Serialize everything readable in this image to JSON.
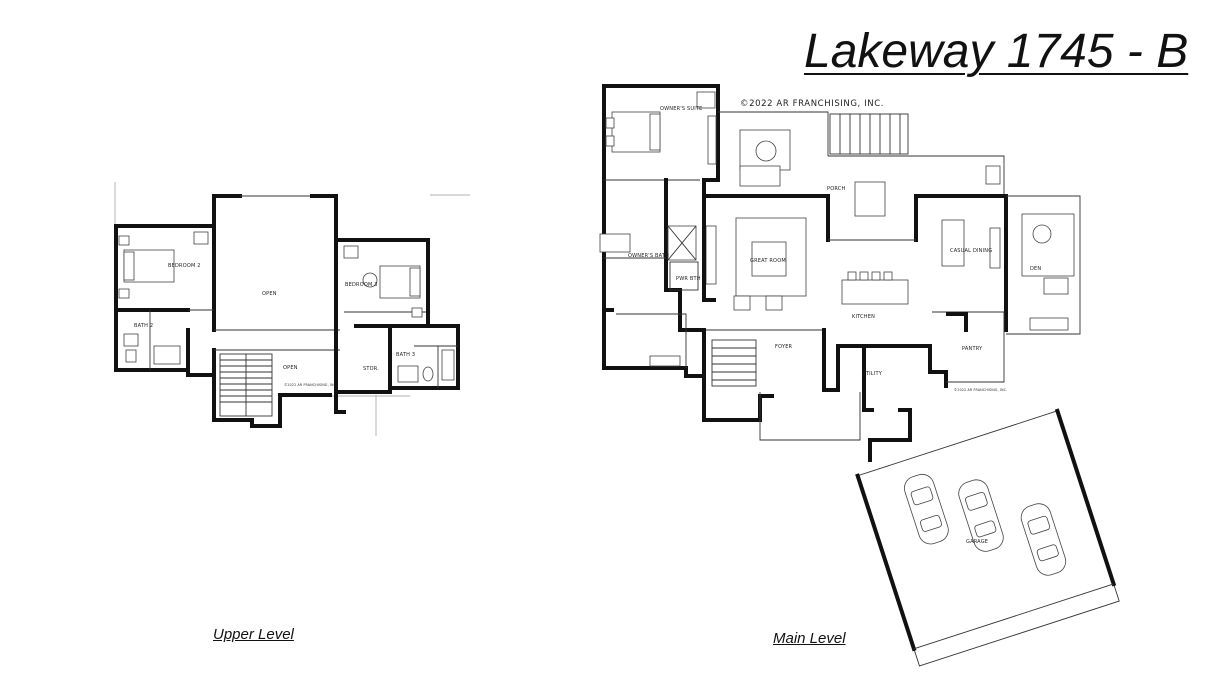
{
  "title": "Lakeway 1745 - B",
  "copyright": "©2022 AR FRANCHISING, INC.",
  "captions": {
    "upper": "Upper Level",
    "main": "Main Level"
  },
  "upper_rooms": {
    "bedroom2": "BEDROOM 2",
    "open_top": "OPEN",
    "bedroom3": "BEDROOM 3",
    "bath2": "BATH 2",
    "open_bottom": "OPEN",
    "stor": "STOR.",
    "bath3": "BATH 3",
    "copyright_small": "©2022 AR FRANCHISING, INC."
  },
  "main_rooms": {
    "owners_suite": "OWNER'S SUITE",
    "porch": "PORCH",
    "owners_bath": "OWNER'S BATH",
    "pwr_bth": "PWR BTH",
    "great_room": "GREAT ROOM",
    "casual_dining": "CASUAL DINING",
    "den": "DEN",
    "kitchen": "KITCHEN",
    "foyer": "FOYER",
    "pantry": "PANTRY",
    "utility": "UTILITY",
    "garage": "GARAGE",
    "copyright_small": "©2022 AR FRANCHISING, INC."
  }
}
